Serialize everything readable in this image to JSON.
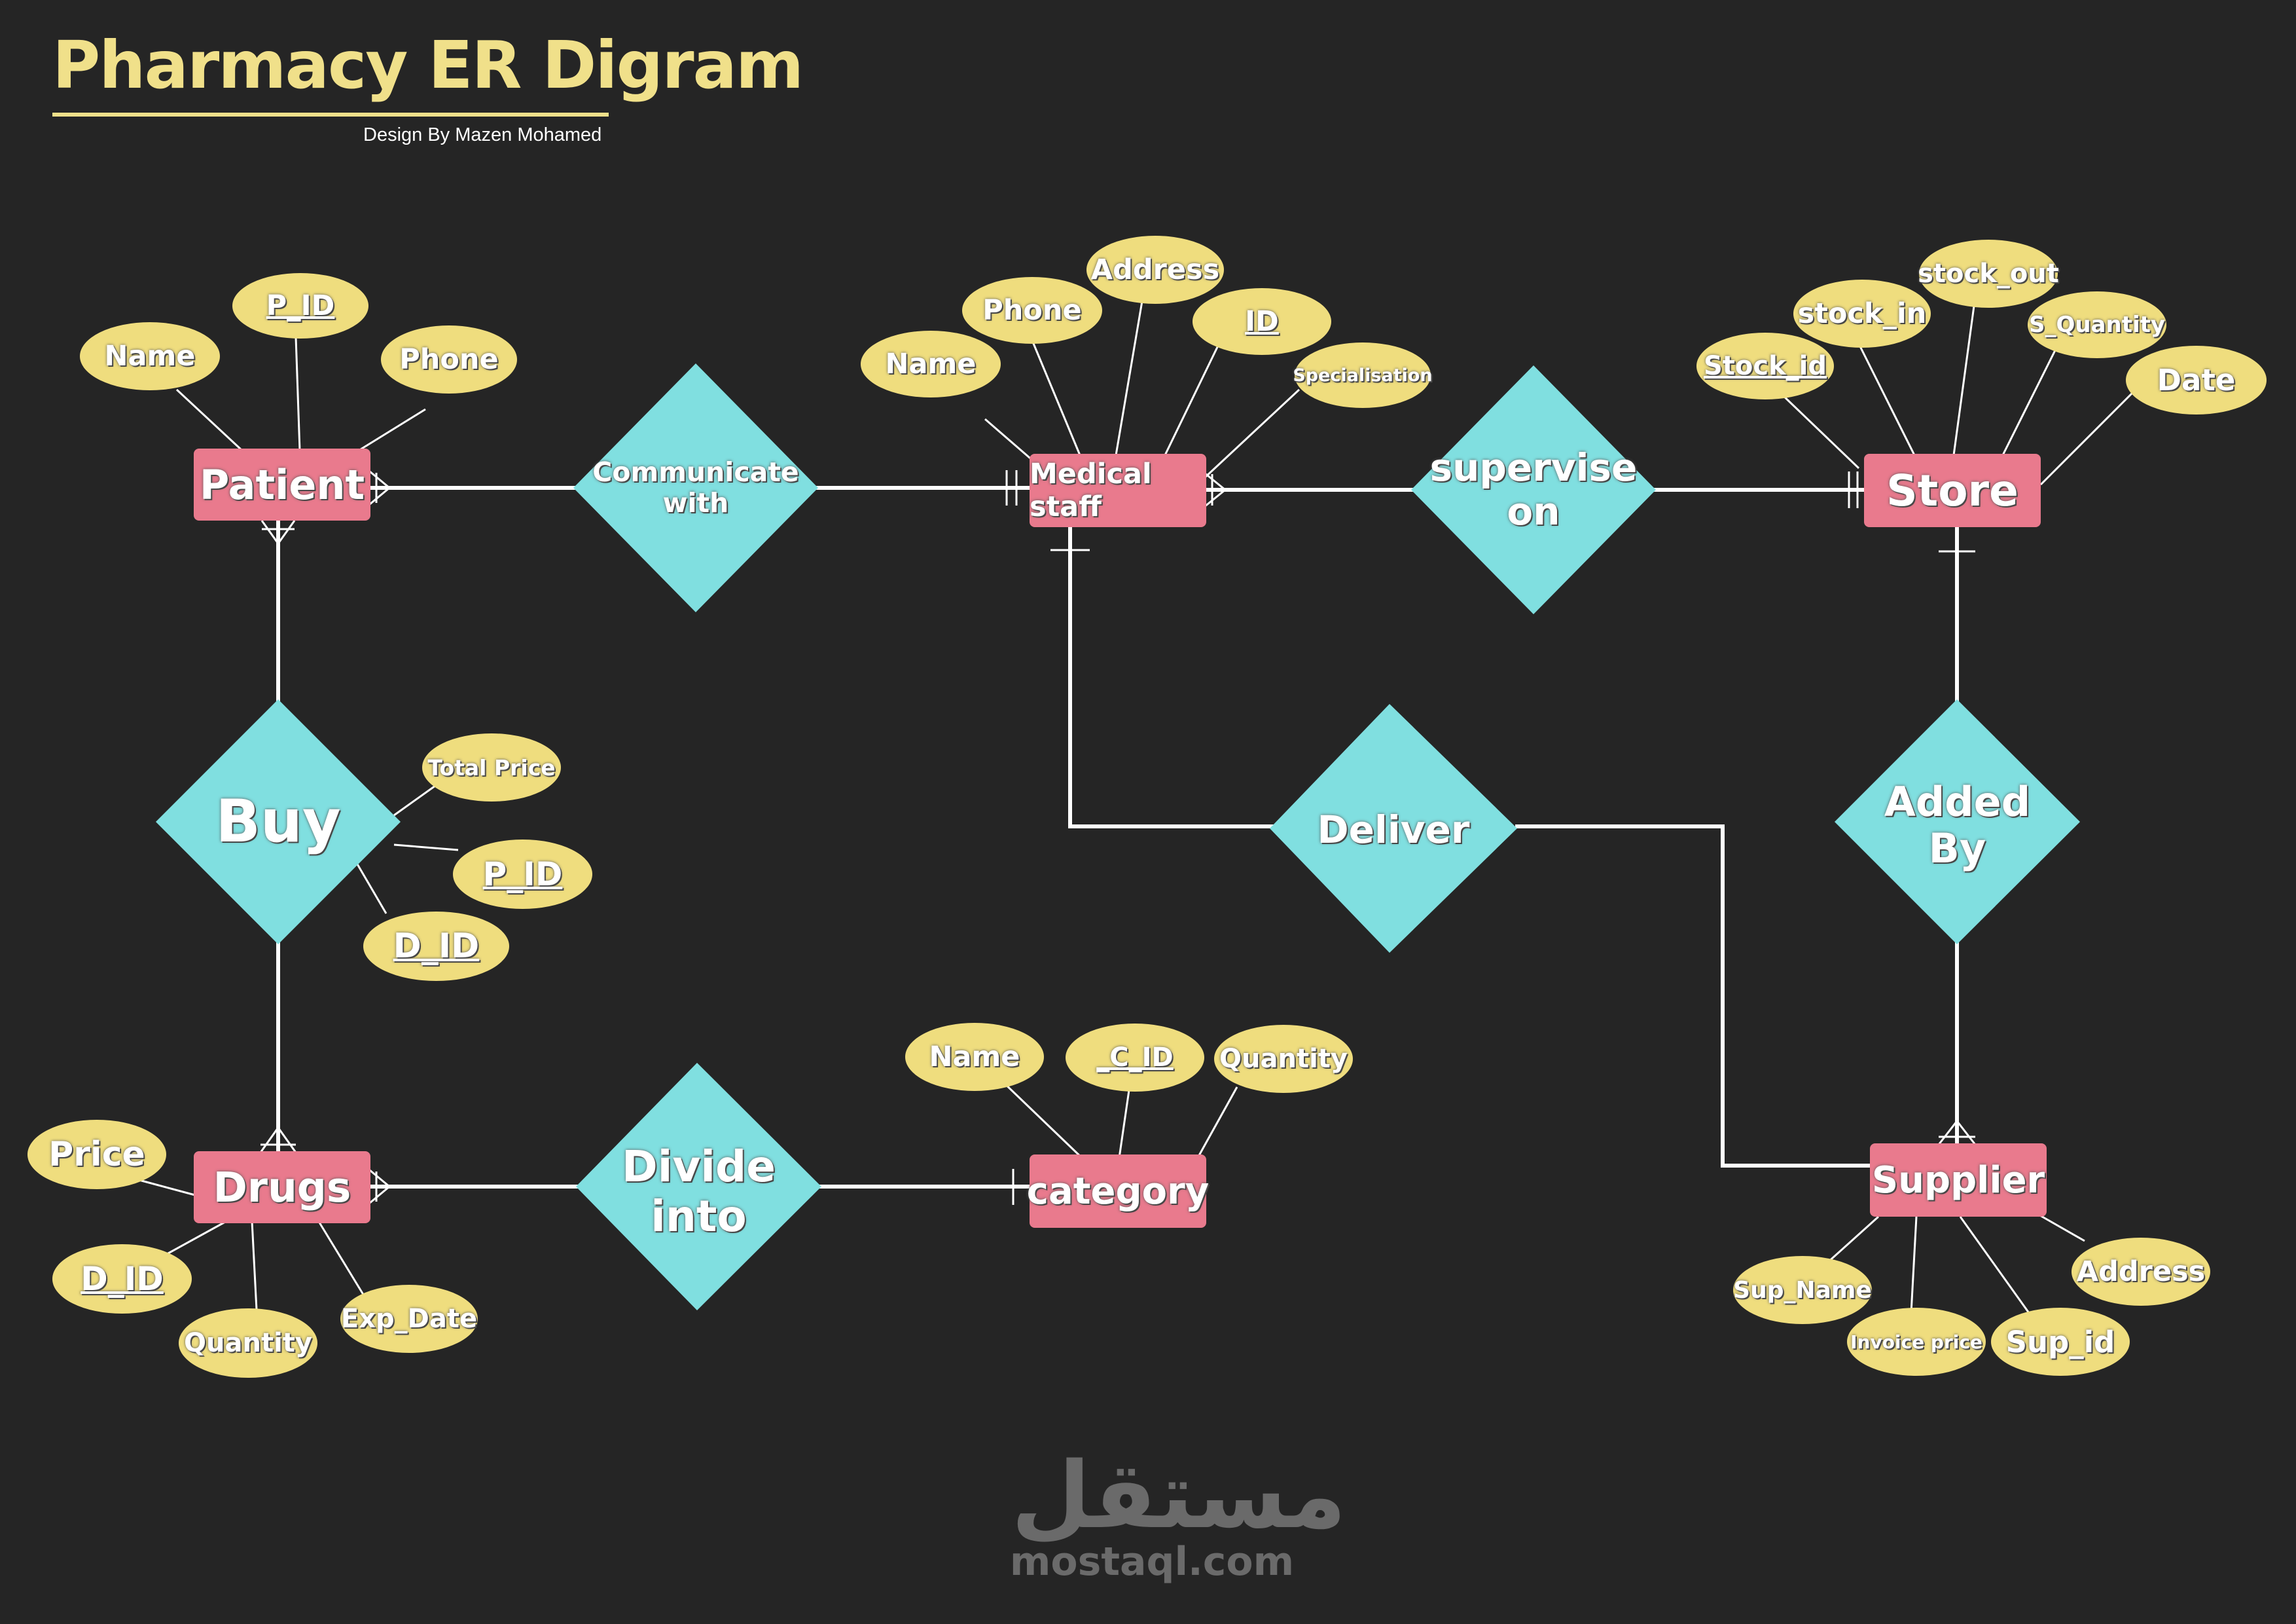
{
  "header": {
    "title": "Pharmacy ER Digram",
    "subtitle": "Design By Mazen Mohamed"
  },
  "colors": {
    "background": "#252525",
    "entity": "#e97a8d",
    "relationship": "#80dfe0",
    "attribute": "#efdd7e",
    "title": "#f0e08a",
    "line": "#ffffff"
  },
  "entities": {
    "patient": "Patient",
    "medical_staff": "Medical staff",
    "store": "Store",
    "drugs": "Drugs",
    "category": "category",
    "supplier": "Supplier"
  },
  "relationships": {
    "communicate_with": "Communicate\nwith",
    "supervise_on": "supervise\non",
    "buy": "Buy",
    "deliver": "Deliver",
    "added_by": "Added\nBy",
    "divide_into": "Divide\ninto"
  },
  "attributes": {
    "patient": {
      "name": "Name",
      "p_id": "P_ID",
      "phone": "Phone"
    },
    "medical_staff": {
      "name": "Name",
      "phone": "Phone",
      "address": "Address",
      "id": "ID",
      "specialisation": "Specialisation"
    },
    "store": {
      "stock_id": "Stock_id",
      "stock_in": "stock_in",
      "stock_out": "stock_out",
      "s_quantity": "S_Quantity",
      "date": "Date"
    },
    "buy": {
      "total_price": "Total Price",
      "p_id": "P_ID",
      "d_id": "D_ID"
    },
    "drugs": {
      "price": "Price",
      "d_id": "D_ID",
      "quantity": "Quantity",
      "exp_date": "Exp_Date"
    },
    "category": {
      "name": "Name",
      "c_id": "_C_ID",
      "quantity": "Quantity"
    },
    "supplier": {
      "sup_name": "Sup_Name",
      "invoice_price": "Invoice price",
      "sup_id": "Sup_id",
      "address": "Address"
    }
  },
  "watermark": {
    "arabic": "مستقل",
    "latin": "mostaql.com"
  }
}
